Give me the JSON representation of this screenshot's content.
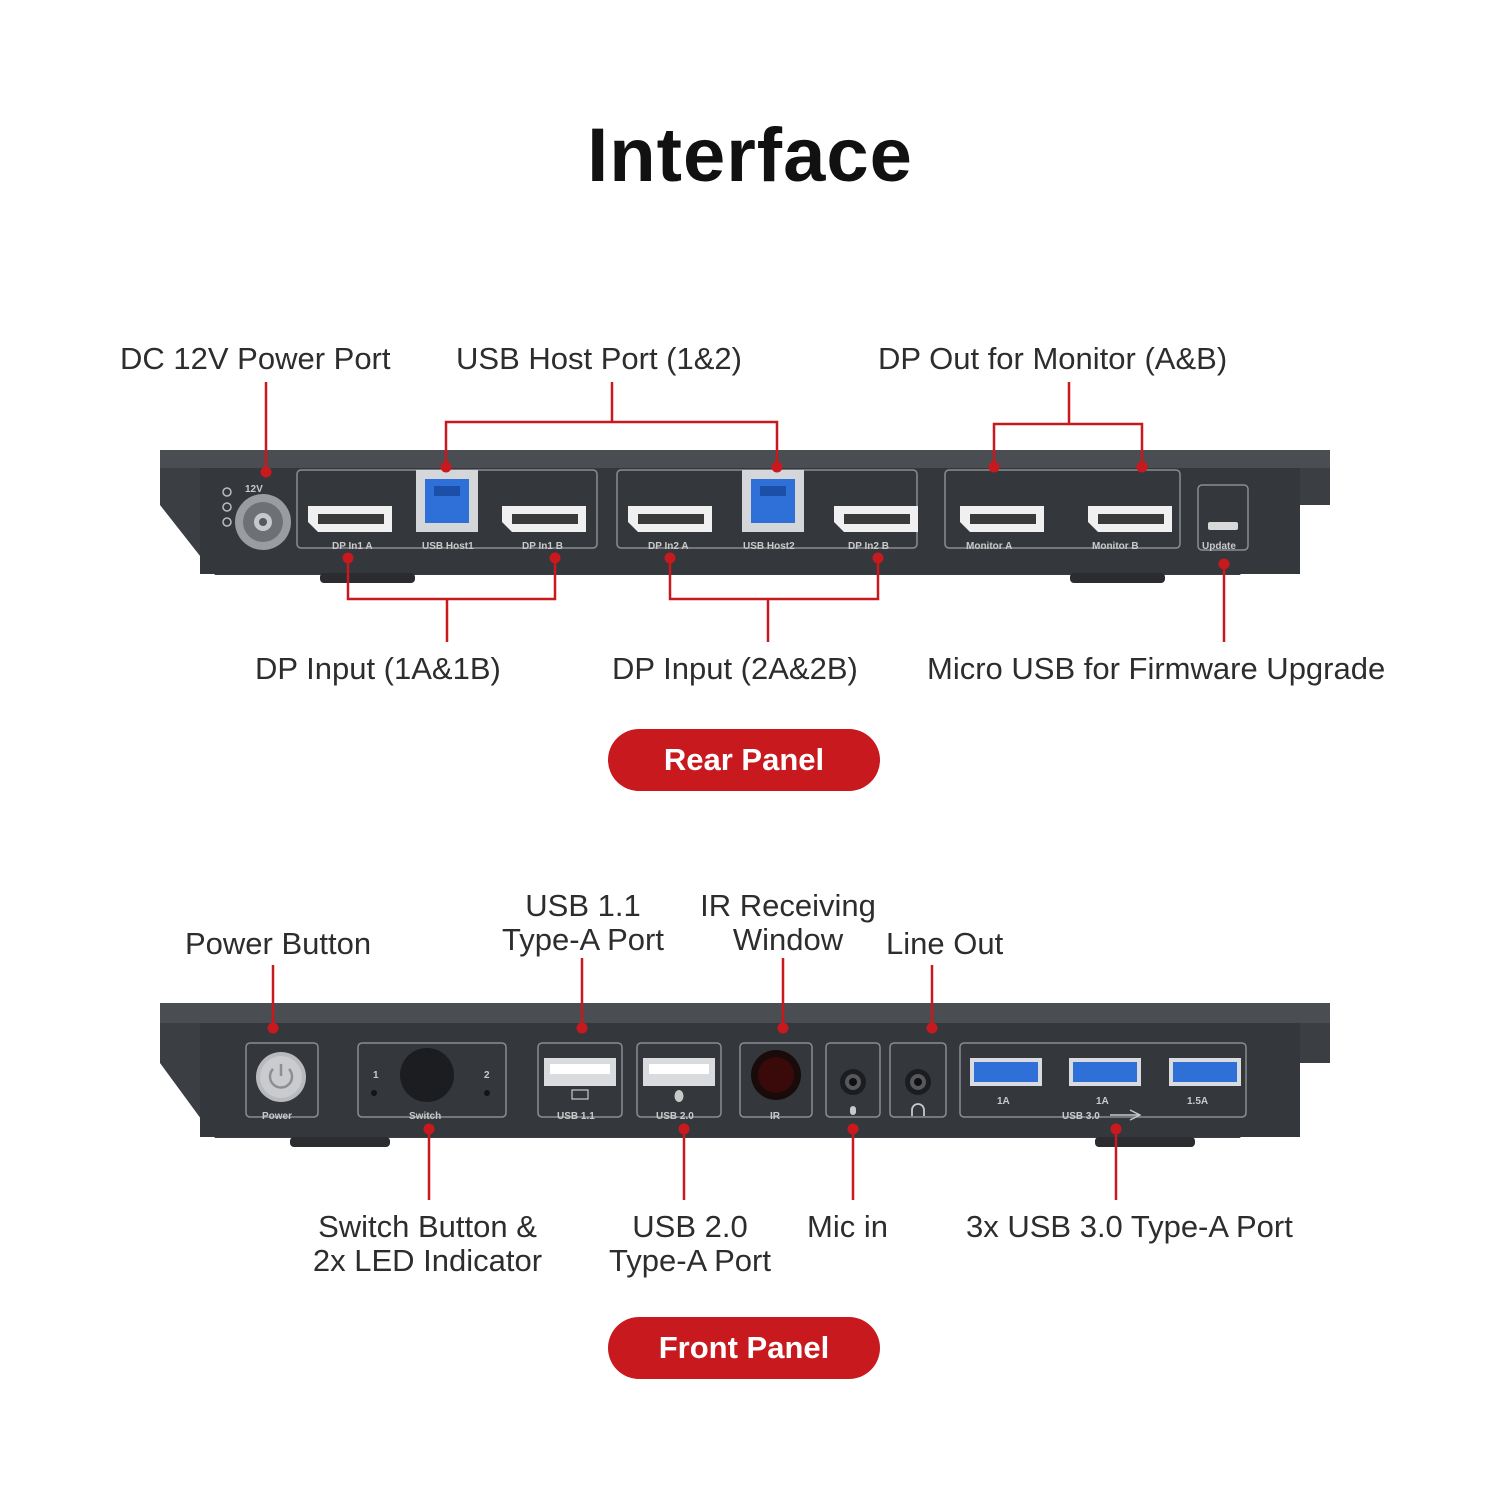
{
  "title": "Interface",
  "rear": {
    "badge": "Rear Panel",
    "callouts": {
      "dc_power": "DC 12V Power Port",
      "usb_host": "USB Host Port (1&2)",
      "dp_out": "DP Out for Monitor (A&B)",
      "dp_in_1": "DP Input (1A&1B)",
      "dp_in_2": "DP Input (2A&2B)",
      "micro_usb": "Micro USB for Firmware Upgrade"
    },
    "port_labels": {
      "power_voltage": "12V",
      "dp_in1a": "DP In1 A",
      "usb_host1": "USB Host1",
      "dp_in1b": "DP In1 B",
      "dp_in2a": "DP In2 A",
      "usb_host2": "USB Host2",
      "dp_in2b": "DP In2 B",
      "monitor_a": "Monitor A",
      "monitor_b": "Monitor B",
      "update": "Update"
    }
  },
  "front": {
    "badge": "Front Panel",
    "callouts": {
      "power_button": "Power Button",
      "usb11_line1": "USB 1.1",
      "usb11_line2": "Type-A Port",
      "ir_line1": "IR Receiving",
      "ir_line2": "Window",
      "line_out": "Line Out",
      "switch_line1": "Switch Button &",
      "switch_line2": "2x LED Indicator",
      "usb20_line1": "USB 2.0",
      "usb20_line2": "Type-A Port",
      "mic_in": "Mic in",
      "usb30": "3x USB 3.0 Type-A Port"
    },
    "port_labels": {
      "power": "Power",
      "switch": "Switch",
      "led1": "1",
      "led2": "2",
      "usb11": "USB 1.1",
      "usb20": "USB 2.0",
      "ir": "IR",
      "usb30": "USB 3.0",
      "amp1": "1A",
      "amp2": "1A",
      "amp3": "1.5A"
    }
  },
  "colors": {
    "accent": "#c8191f",
    "device_body": "#3a3d42",
    "usb3_blue": "#2f6fd8",
    "label_text": "#2d2d2d"
  }
}
